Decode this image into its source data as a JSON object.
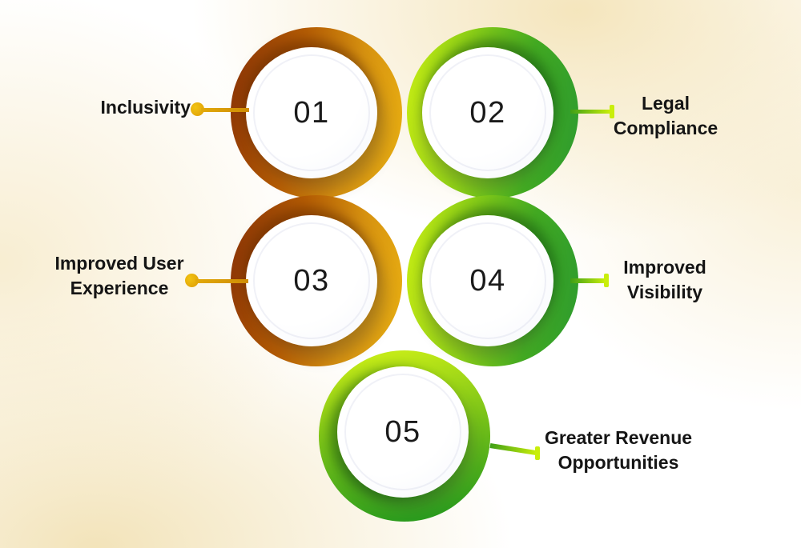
{
  "steps": [
    {
      "number": "01",
      "label": "Inclusivity",
      "theme": "orange",
      "side": "left"
    },
    {
      "number": "02",
      "label": "Legal\nCompliance",
      "theme": "green",
      "side": "right"
    },
    {
      "number": "03",
      "label": "Improved User\nExperience",
      "theme": "orange",
      "side": "left"
    },
    {
      "number": "04",
      "label": "Improved\nVisibility",
      "theme": "green",
      "side": "right"
    },
    {
      "number": "05",
      "label": "Greater Revenue\nOpportunities",
      "theme": "green",
      "side": "right"
    }
  ],
  "colors": {
    "orange_ring_dark": "#8d3606",
    "orange_ring_light": "#e7ad12",
    "green_ring_light": "#c3ea14",
    "green_ring_dark": "#2d9b2e",
    "gold_connector": "#dd9c06",
    "lime_connector": "#c9ee0b",
    "label_text": "#151515",
    "number_text": "#1a1a1a",
    "background_tint": "#f4e4b9",
    "disc_fill": "#fbfcff"
  }
}
